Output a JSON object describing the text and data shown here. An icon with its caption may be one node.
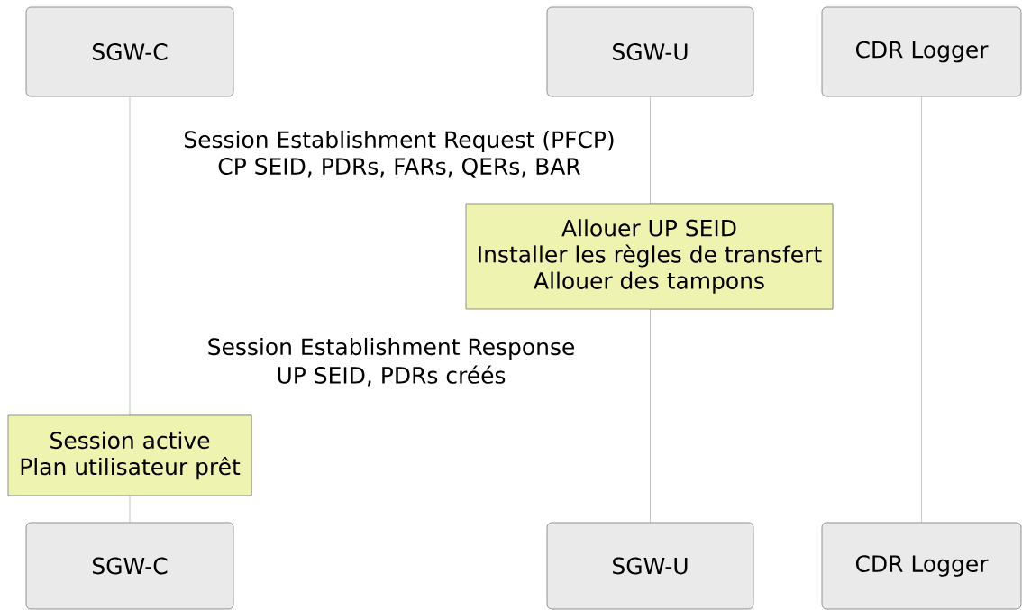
{
  "diagram": {
    "nodes": [
      {
        "text": [
          "SGW-C"
        ]
      },
      {
        "text": [
          "SGW-U"
        ]
      },
      {
        "text": [
          "CDR Logger"
        ]
      },
      {
        "text": [
          "Allouer UP SEID",
          "Installer les règles de transfert",
          "Allouer des tampons"
        ]
      },
      {
        "text": [
          "Session active",
          "Plan utilisateur prêt"
        ]
      },
      {
        "text": [
          "SGW-C"
        ]
      },
      {
        "text": [
          "SGW-U"
        ]
      },
      {
        "text": [
          "CDR Logger"
        ]
      }
    ],
    "edges": [
      {
        "from": 0,
        "to": 5,
        "arrow": "none"
      },
      {
        "from": 1,
        "to": 6,
        "arrow": "none"
      },
      {
        "from": 2,
        "to": 7,
        "arrow": "none"
      }
    ],
    "labels": [
      "Session Establishment Request (PFCP)",
      "CP SEID, PDRs, FARs, QERs, BAR",
      "Session Establishment Response",
      "UP SEID, PDRs créés"
    ]
  }
}
